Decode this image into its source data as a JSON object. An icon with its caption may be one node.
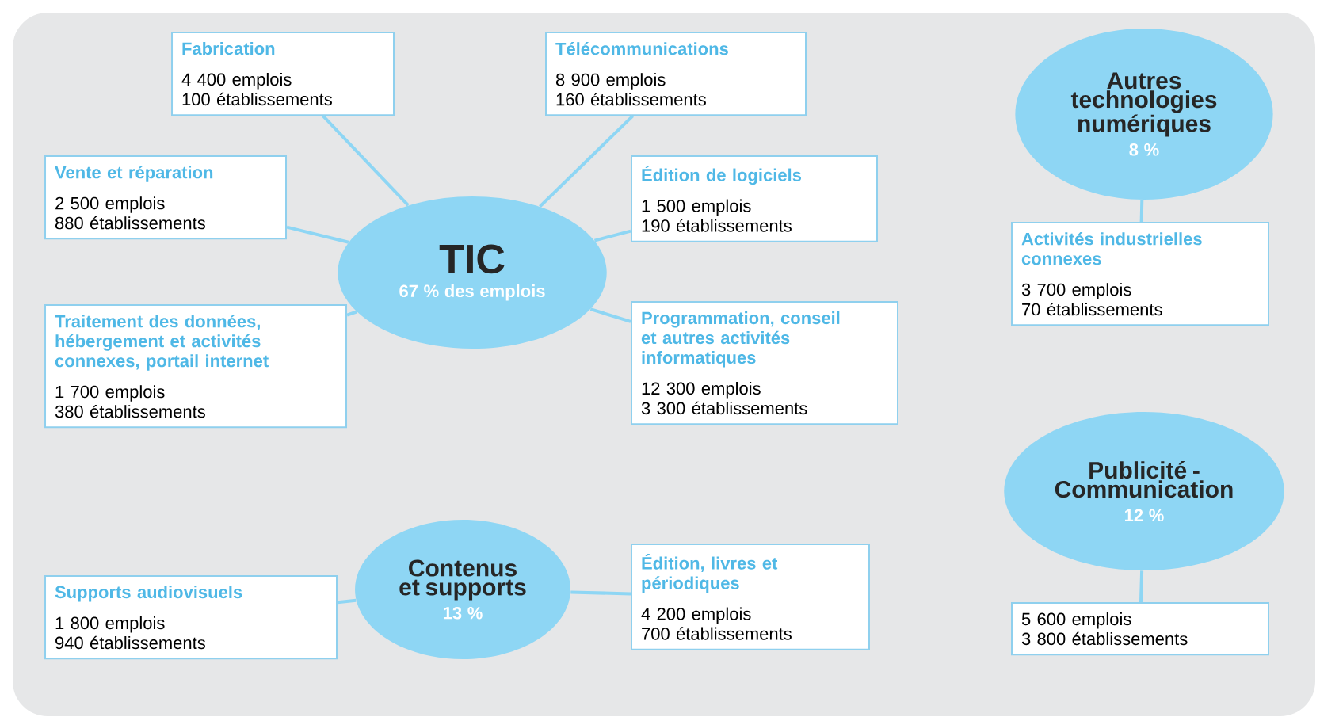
{
  "diagram": {
    "nodes": [
      {
        "text": [
          "TIC",
          "67 % des emplois"
        ]
      },
      {
        "text": [
          "Fabrication",
          "4 400 emplois",
          "100 établissements"
        ]
      },
      {
        "text": [
          "Télécommunications",
          "8 900 emplois",
          "160 établissements"
        ]
      },
      {
        "text": [
          "Vente et réparation",
          "2 500 emplois",
          "880 établissements"
        ]
      },
      {
        "text": [
          "Édition de logiciels",
          "1 500 emplois",
          "190 établissements"
        ]
      },
      {
        "text": [
          "Traitement des données, hébergement et activités connexes, portail internet",
          "1 700 emplois",
          "380 établissements"
        ]
      },
      {
        "text": [
          "Programmation, conseil et autres activités informatiques",
          "12 300 emplois",
          "3 300 établissements"
        ]
      },
      {
        "text": [
          "Contenus et supports",
          "13 %"
        ]
      },
      {
        "text": [
          "Supports audiovisuels",
          "1 800 emplois",
          "940 établissements"
        ]
      },
      {
        "text": [
          "Édition, livres et périodiques",
          "4 200 emplois",
          "700 établissements"
        ]
      },
      {
        "text": [
          "Autres technologies numériques",
          "8 %"
        ]
      },
      {
        "text": [
          "Activités industrielles connexes",
          "3 700 emplois",
          "70 établissements"
        ]
      },
      {
        "text": [
          "Publicité - Communication",
          "12 %"
        ]
      },
      {
        "text": [
          "5 600 emplois",
          "3 800 établissements"
        ]
      }
    ],
    "edges": [
      {
        "from": 0,
        "to": 1,
        "arrow": "none"
      },
      {
        "from": 0,
        "to": 2,
        "arrow": "none"
      },
      {
        "from": 0,
        "to": 3,
        "arrow": "none"
      },
      {
        "from": 0,
        "to": 4,
        "arrow": "none"
      },
      {
        "from": 0,
        "to": 5,
        "arrow": "none"
      },
      {
        "from": 0,
        "to": 6,
        "arrow": "none"
      },
      {
        "from": 7,
        "to": 8,
        "arrow": "none"
      },
      {
        "from": 7,
        "to": 9,
        "arrow": "none"
      },
      {
        "from": 10,
        "to": 11,
        "arrow": "none"
      },
      {
        "from": 12,
        "to": 13,
        "arrow": "none"
      }
    ]
  }
}
